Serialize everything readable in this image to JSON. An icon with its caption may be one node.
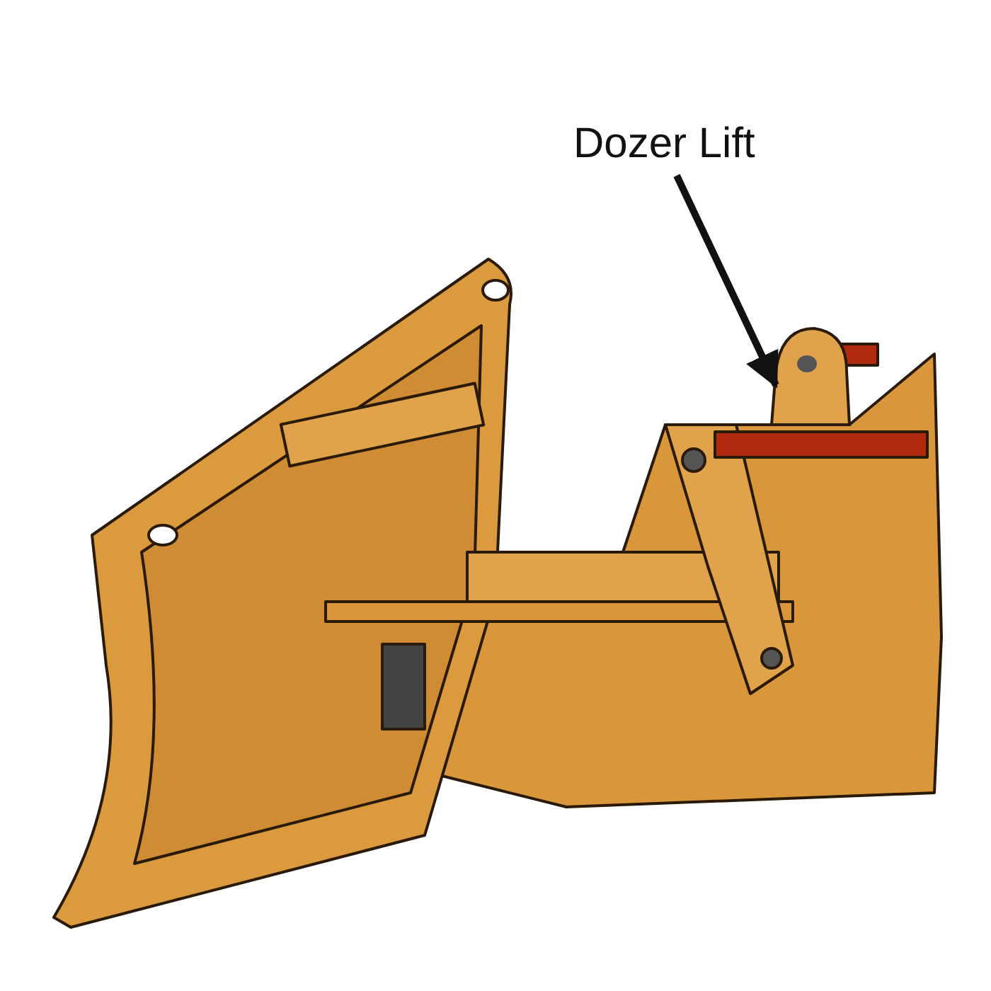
{
  "diagram": {
    "nodes": [
      {
        "text": [
          "Dozer Lift"
        ]
      },
      {
        "text": [],
        "shape": "picture"
      }
    ],
    "edges": [
      {
        "from": 0,
        "to": 1,
        "arrow": "to"
      }
    ]
  }
}
